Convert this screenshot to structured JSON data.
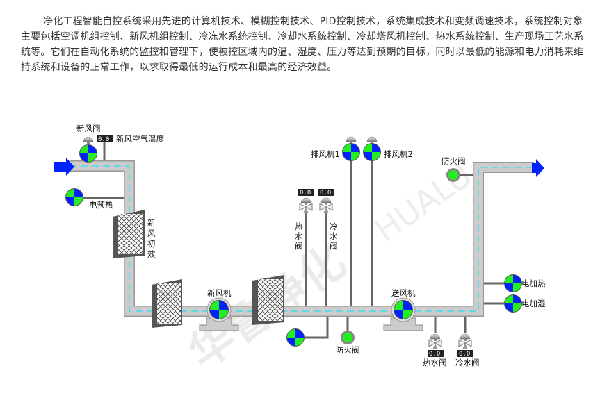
{
  "intro": "净化工程智能自控系统采用先进的计算机技术、模糊控制技术、PID控制技术，系统集成技术和变频调速技术，系统控制对象主要包括空调机组控制、新风机组控制、冷冻水系统控制、冷却水系统控制、冷却塔风机控制、热水系统控制、生产现场工艺水系统等。它们在自动化系统的监控和管理下，使被控区域内的温、湿度、压力等达到预期的目标，同时以最低的能源和电力消耗来维持系统和设备的正常工作，以求取得最低的运行成本和最高的经济效益。",
  "diagram": {
    "fresh_air_damper": "新风阀",
    "fresh_air_temp": {
      "label": "新风空气温度",
      "value": "0.0"
    },
    "pre_heat": "电预热",
    "primary_filter": [
      "新",
      "风",
      "初",
      "效"
    ],
    "fresh_fan": "新风机",
    "hot_valve_top": {
      "value": "0.0",
      "label": [
        "热",
        "水",
        "阀"
      ]
    },
    "cold_valve_top": {
      "value": "0.0",
      "label": [
        "冷",
        "水",
        "阀"
      ]
    },
    "exhaust_fan_1": "排风机1",
    "exhaust_fan_2": "排风机2",
    "fire_damper_bottom": "防火阀",
    "supply_fan": "送风机",
    "hot_valve_bottom": {
      "value": "0.0",
      "label": "热水阀"
    },
    "cold_valve_bottom": {
      "value": "0.0",
      "label": "冷水阀"
    },
    "fire_damper_top": "防火阀",
    "electric_heat": "电加热",
    "electric_humidify": "电加湿",
    "watermark": {
      "cn": "华鲁净化",
      "en": "HUALU"
    }
  },
  "colors": {
    "blue": "#0022ff",
    "green": "#22ee22",
    "duct": "#cccccc",
    "line": "#666666",
    "cyan": "#00e5ff"
  }
}
